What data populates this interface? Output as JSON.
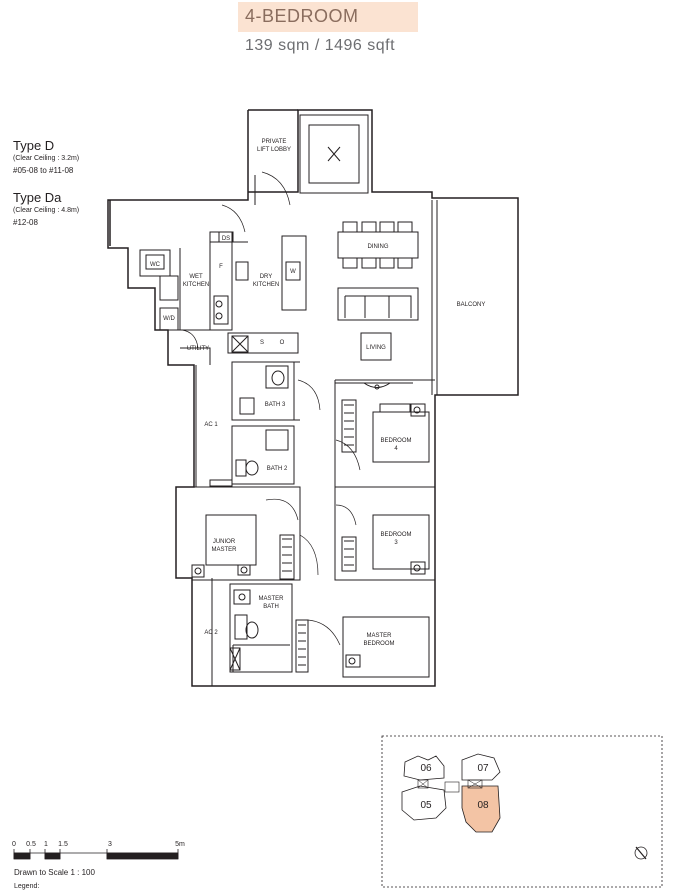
{
  "header": {
    "title": "4-BEDROOM",
    "area": "139 sqm / 1496 sqft"
  },
  "unit_types": [
    {
      "name": "Type D",
      "ceiling": "(Clear Ceiling : 3.2m)",
      "units": "#05-08 to #11-08"
    },
    {
      "name": "Type Da",
      "ceiling": "(Clear Ceiling : 4.8m)",
      "units": "#12-08"
    }
  ],
  "rooms": {
    "private_lift_lobby_1": "PRIVATE",
    "private_lift_lobby_2": "LIFT LOBBY",
    "ds": "DS",
    "wc": "WC",
    "wet_kitchen_1": "WET",
    "wet_kitchen_2": "KITCHEN",
    "f": "F",
    "dry_kitchen_1": "DRY",
    "dry_kitchen_2": "KITCHEN",
    "w": "W",
    "wd": "W/D",
    "utility": "UTILITY",
    "s": "S",
    "o": "O",
    "dining": "DINING",
    "living": "LIVING",
    "balcony": "BALCONY",
    "bath3": "BATH 3",
    "ac1": "AC 1",
    "bath2": "BATH 2",
    "bedroom4_1": "BEDROOM",
    "bedroom4_2": "4",
    "junior_master_1": "JUNIOR",
    "junior_master_2": "MASTER",
    "bedroom3_1": "BEDROOM",
    "bedroom3_2": "3",
    "master_bath_1": "MASTER",
    "master_bath_2": "BATH",
    "ac2": "AC 2",
    "master_bedroom_1": "MASTER",
    "master_bedroom_2": "BEDROOM"
  },
  "key_plan": {
    "units": [
      "06",
      "07",
      "05",
      "08"
    ],
    "highlight_unit": "08",
    "highlight_color": "#f3c4a5"
  },
  "scale_bar": {
    "ticks": [
      "0",
      "0.5",
      "1",
      "1.5",
      "3",
      "5m"
    ],
    "caption": "Drawn to Scale 1 : 100",
    "legend": "Legend:"
  },
  "colors": {
    "accent_badge": "#fbe3d2",
    "title_text": "#8a6d5e",
    "line": "#231f20"
  }
}
